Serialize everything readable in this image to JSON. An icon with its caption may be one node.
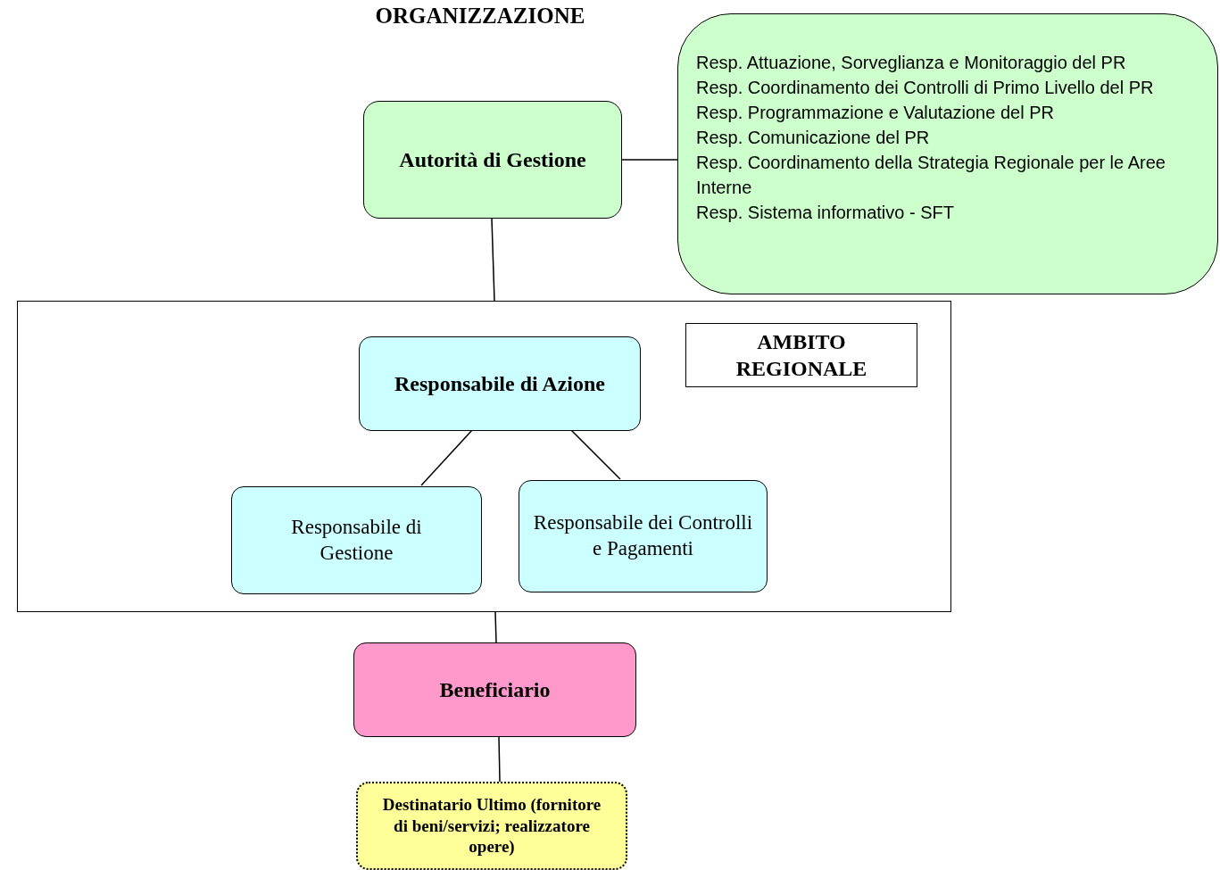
{
  "diagram": {
    "title": "ORGANIZZAZIONE",
    "nodes": [
      {
        "text": [
          "Autorità di Gestione"
        ]
      },
      {
        "text": [
          "Resp. Attuazione, Sorveglianza e Monitoraggio del PR",
          "Resp.  Coordinamento dei Controlli di Primo Livello del PR",
          "Resp.  Programmazione e Valutazione del PR",
          "Resp. Comunicazione del PR",
          "Resp. Coordinamento della Strategia Regionale per le Aree Interne",
          "Resp. Sistema informativo - SFT"
        ]
      },
      {
        "text": [],
        "shape": "box"
      },
      {
        "text": [
          "AMBITO REGIONALE"
        ],
        "in": 2
      },
      {
        "text": [
          "Responsabile di Azione"
        ],
        "in": 2
      },
      {
        "text": [
          "Responsabile di Gestione"
        ],
        "in": 2
      },
      {
        "text": [
          "Responsabile dei Controlli e  Pagamenti"
        ],
        "in": 2
      },
      {
        "text": [
          "Beneficiario"
        ]
      },
      {
        "text": [
          "Destinatario Ultimo (fornitore di beni/servizi; realizzatore opere)"
        ]
      }
    ],
    "edges": [
      {
        "from": 0,
        "to": 1,
        "arrow": "none"
      },
      {
        "from": 0,
        "to": 2,
        "arrow": "none"
      },
      {
        "from": 4,
        "to": 5,
        "arrow": "none"
      },
      {
        "from": 4,
        "to": 6,
        "arrow": "none"
      },
      {
        "from": 2,
        "to": 7,
        "arrow": "none"
      },
      {
        "from": 7,
        "to": 8,
        "arrow": "none"
      }
    ]
  }
}
